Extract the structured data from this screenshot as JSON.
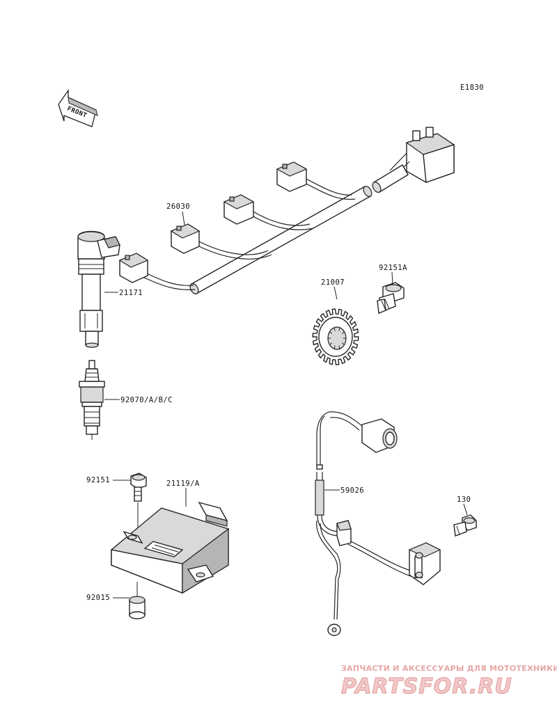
{
  "diagram_code": "E1830",
  "front_label": "FRONT",
  "callouts": {
    "c26030": "26030",
    "c21171": "21171",
    "c21007": "21007",
    "c92151a": "92151A",
    "c92070": "92070/A/B/C",
    "c92151": "92151",
    "c21119": "21119/A",
    "c59026": "59026",
    "c130": "130",
    "c92015": "92015"
  },
  "watermark": {
    "top_line": "ЗАПЧАСТИ И АКСЕССУАРЫ ДЛЯ МОТОТЕХНИКИ",
    "logo": "PARTSFOR.RU"
  }
}
